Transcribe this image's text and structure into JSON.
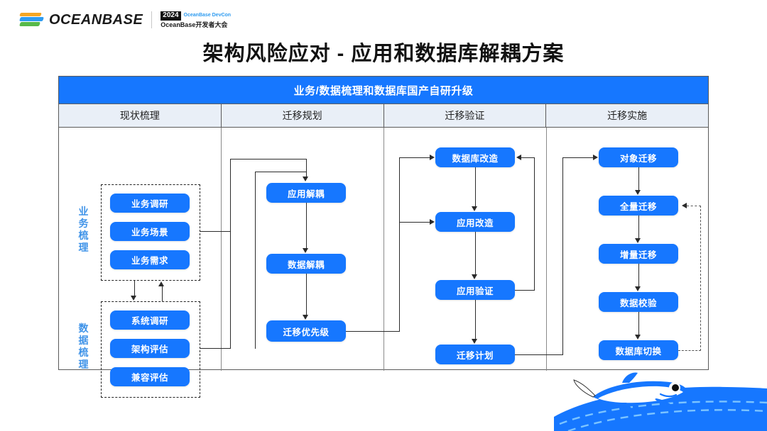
{
  "brand": {
    "logo_text": "OCEANBASE",
    "logo_icon": "oceanbase-wave-logo",
    "devcon_year": "2024",
    "devcon_en": "OceanBase DevCon",
    "devcon_cn": "OceanBase开发者大会"
  },
  "title": "架构风险应对 - 应用和数据库解耦方案",
  "diagram": {
    "band_label": "业务/数据梳理和数据库国产自研升级",
    "accent_color": "#1677ff",
    "header_bg": "#e9eff7",
    "columns": [
      {
        "header": "现状梳理"
      },
      {
        "header": "迁移规划"
      },
      {
        "header": "迁移验证"
      },
      {
        "header": "迁移实施"
      }
    ],
    "groups": [
      {
        "label": "业务梳理",
        "nodes": [
          "业务调研",
          "业务场景",
          "业务需求"
        ]
      },
      {
        "label": "数据梳理",
        "nodes": [
          "系统调研",
          "架构评估",
          "兼容评估"
        ]
      }
    ],
    "col2_nodes": [
      "应用解耦",
      "数据解耦",
      "迁移优先级"
    ],
    "col3_nodes": [
      "数据库改造",
      "应用改造",
      "应用验证",
      "迁移计划"
    ],
    "col4_nodes": [
      "对象迁移",
      "全量迁移",
      "增量迁移",
      "数据校验",
      "数据库切换"
    ]
  }
}
